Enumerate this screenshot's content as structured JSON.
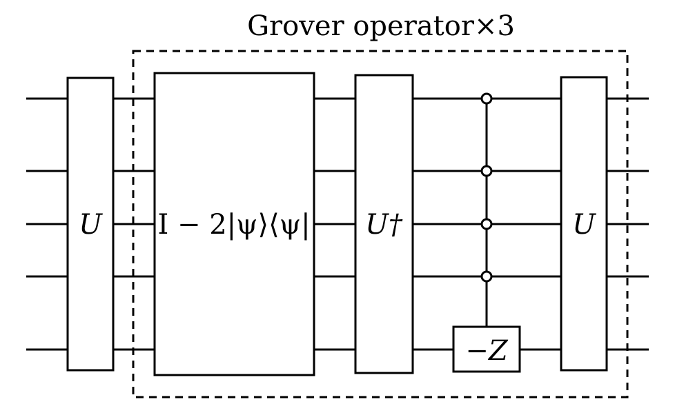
{
  "diagram": {
    "caption": "Grover operator×3",
    "gates": {
      "u_initial": "U",
      "reflection": "I − 2|ψ⟩⟨ψ|",
      "u_dagger": "U†",
      "minus_z": "−Z",
      "u_final": "U"
    }
  }
}
